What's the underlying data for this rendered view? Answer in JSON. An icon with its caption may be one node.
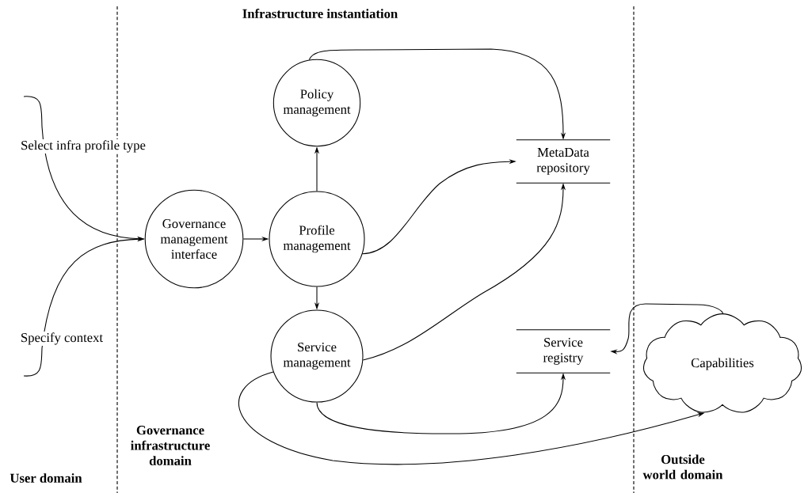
{
  "diagram": {
    "nodes": [
      {
        "text": [
          "Governance management interface"
        ]
      },
      {
        "text": [
          "Policy management"
        ]
      },
      {
        "text": [
          "Profile management"
        ]
      },
      {
        "text": [
          "Service management"
        ]
      },
      {
        "text": [
          "MetaData repository"
        ]
      },
      {
        "text": [
          "Service registry"
        ]
      },
      {
        "text": [
          "Capabilities"
        ]
      }
    ],
    "edges": [
      {
        "from": null,
        "to": 0,
        "arrow": "to",
        "label": "Select infra profile type"
      },
      {
        "from": null,
        "to": 0,
        "arrow": "to",
        "label": "Specify context"
      },
      {
        "from": 0,
        "to": 2,
        "arrow": "to"
      },
      {
        "from": 2,
        "to": 1,
        "arrow": "to"
      },
      {
        "from": 2,
        "to": 3,
        "arrow": "to"
      },
      {
        "from": 1,
        "to": 4,
        "arrow": "to"
      },
      {
        "from": 2,
        "to": 4,
        "arrow": "to"
      },
      {
        "from": 3,
        "to": 4,
        "arrow": "to"
      },
      {
        "from": 3,
        "to": 5,
        "arrow": "to"
      },
      {
        "from": 6,
        "to": 5,
        "arrow": "to"
      },
      {
        "from": 3,
        "to": 6,
        "arrow": "to"
      }
    ],
    "labels": [
      "Infrastructure instantiation",
      "User domain",
      "Governance infrastructure domain",
      "Outside world domain"
    ]
  }
}
